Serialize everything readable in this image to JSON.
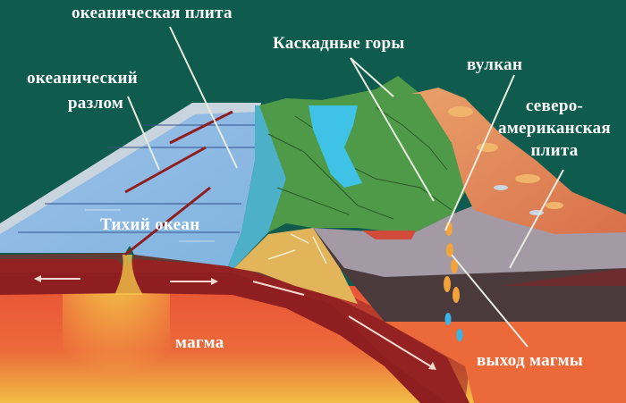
{
  "diagram": {
    "background_color": "#0f5c4f",
    "labels": {
      "oceanic_plate": "океаническая плита",
      "oceanic_fault_line1": "океанический",
      "oceanic_fault_line2": "разлом",
      "cascade_mountains": "Каскадные горы",
      "volcano": "вулкан",
      "north_american_line1": "северо-",
      "north_american_line2": "американская",
      "north_american_line3": "плита",
      "pacific_ocean": "Тихий океан",
      "magma": "магма",
      "magma_outlet": "выход магмы"
    },
    "colors": {
      "ocean_surface": "#8fb4e0",
      "ocean_edge": "#c8d4de",
      "mountains": "#4f9a48",
      "lake": "#3ec3e6",
      "continent_top": "#e0845a",
      "continental_crust": "#a39aa6",
      "lower_crust": "#4a3a3c",
      "oceanic_crust": "#8e1e1f",
      "mantle": "#ea5c38",
      "mantle_bottom": "#f0b040",
      "wedge": "#e2b55a"
    }
  }
}
